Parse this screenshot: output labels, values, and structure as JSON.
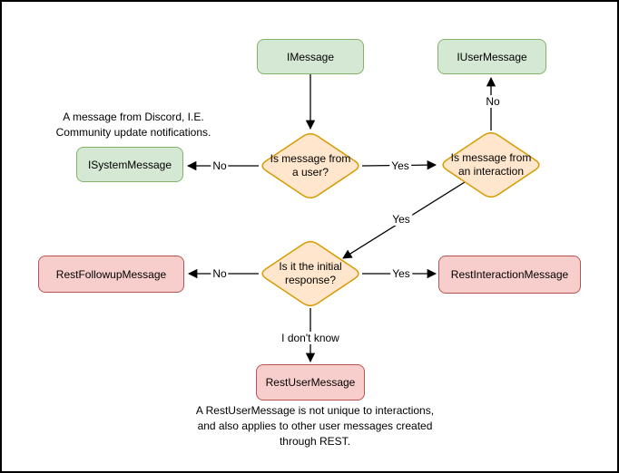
{
  "diagram": {
    "nodes": {
      "imessage": {
        "label": "IMessage",
        "type": "class",
        "color": "green"
      },
      "iusermessage": {
        "label": "IUserMessage",
        "type": "class",
        "color": "green"
      },
      "isystemmessage": {
        "label": "ISystemMessage",
        "type": "class",
        "color": "green"
      },
      "restfollowupmessage": {
        "label": "RestFollowupMessage",
        "type": "class",
        "color": "red"
      },
      "restinteractionmessage": {
        "label": "RestInteractionMessage",
        "type": "class",
        "color": "red"
      },
      "restusermessage": {
        "label": "RestUserMessage",
        "type": "class",
        "color": "red"
      },
      "decision_user": {
        "label": "Is message from\na user?",
        "type": "decision",
        "color": "orange"
      },
      "decision_interaction": {
        "label": "Is message from\nan interaction",
        "type": "decision",
        "color": "orange"
      },
      "decision_initial": {
        "label": "Is it the initial\nresponse?",
        "type": "decision",
        "color": "orange"
      }
    },
    "edges": {
      "to_system": "No",
      "to_interaction_decision": "Yes",
      "to_iusermessage": "No",
      "to_initial_decision": "Yes",
      "to_followup": "No",
      "to_interactionmessage": "Yes",
      "to_restusermessage": "I don't know"
    },
    "annotations": {
      "system_note": "A message from Discord, I.E.\nCommunity update notifications.",
      "rest_note": "A RestUserMessage is not unique to interactions,\nand also applies to other user messages created\nthrough REST."
    },
    "colors": {
      "green_fill": "#d5e8d4",
      "green_stroke": "#82b366",
      "orange_fill": "#ffe6cc",
      "orange_stroke": "#d79b00",
      "red_fill": "#f8cecc",
      "red_stroke": "#b85450",
      "line": "#000000",
      "background": "#ffffff",
      "page_border": "#000000"
    }
  }
}
